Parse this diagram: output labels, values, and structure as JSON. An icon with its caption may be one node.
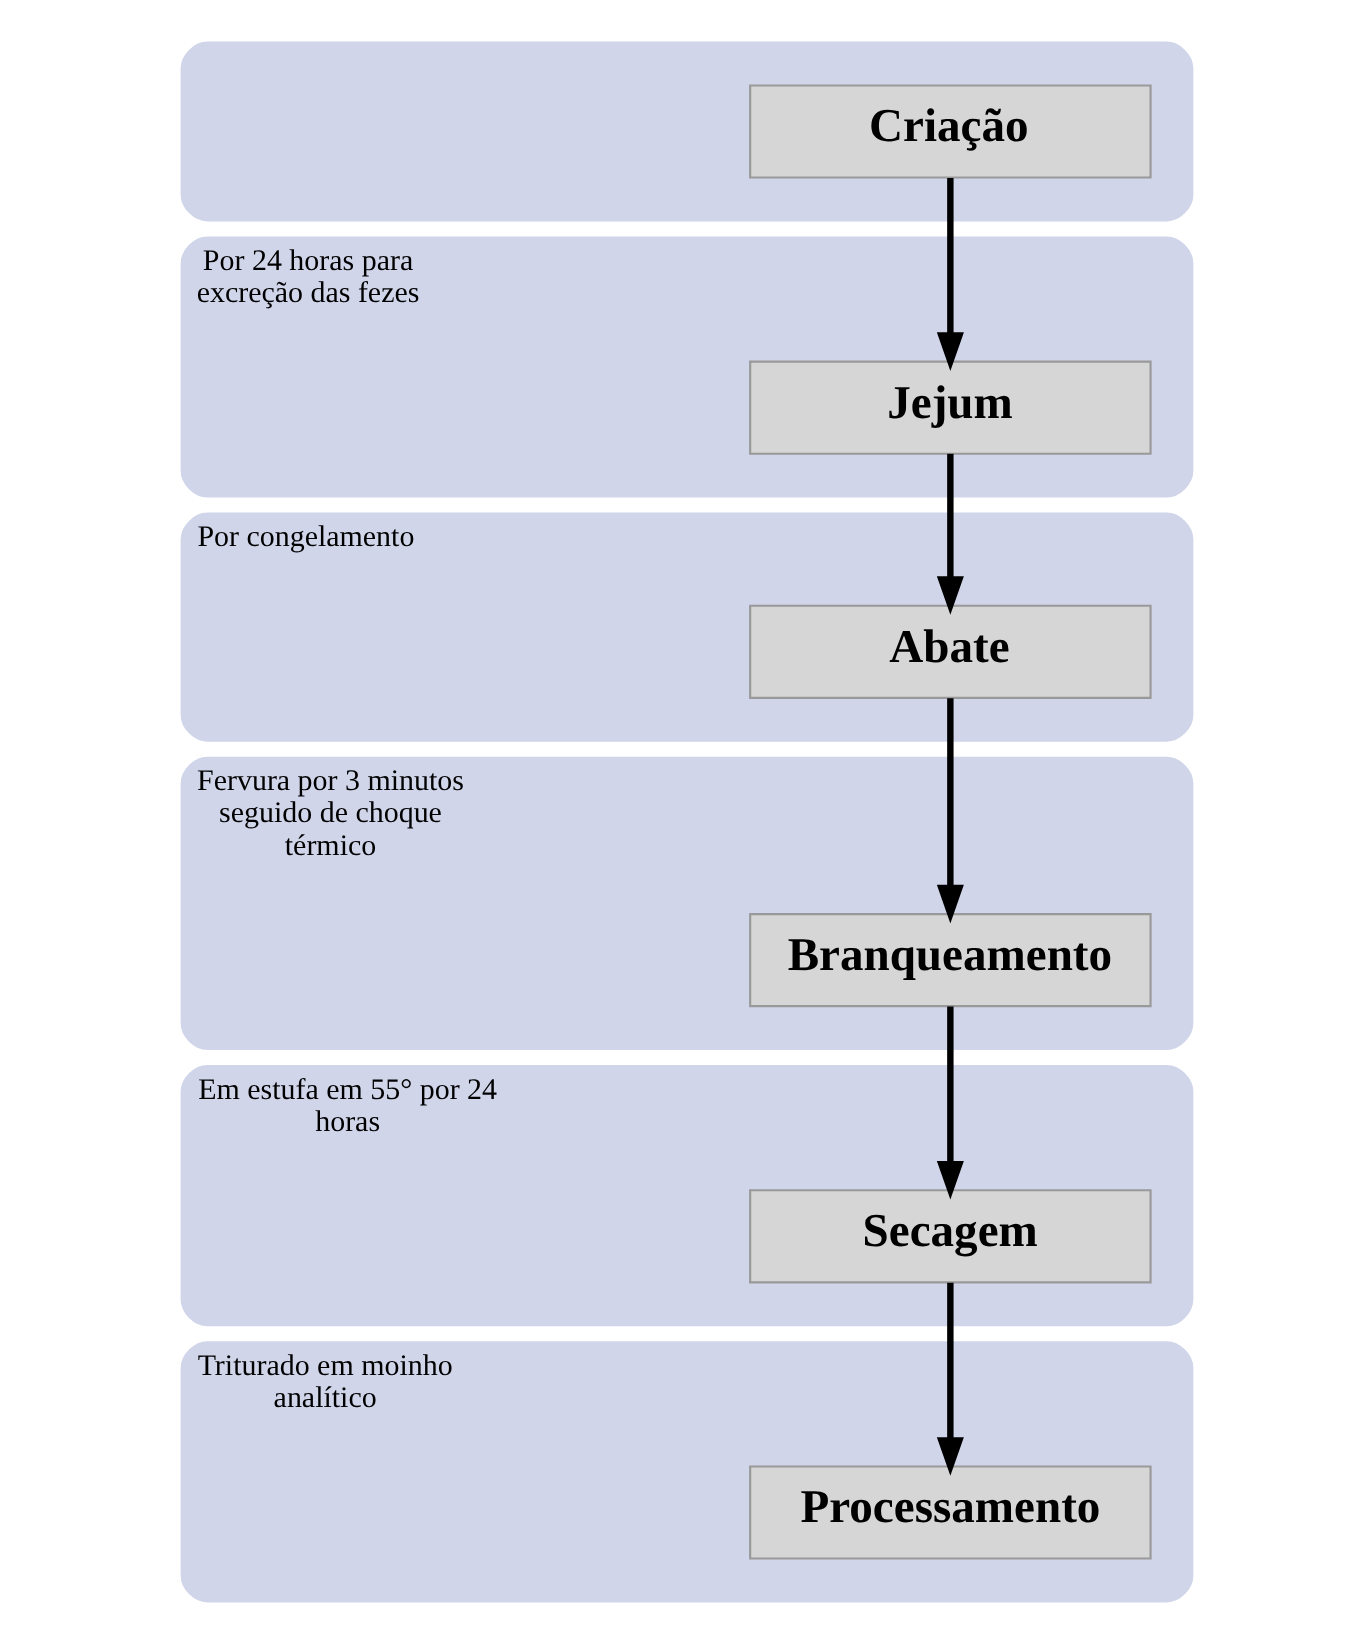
{
  "diagram": {
    "nodes": [
      {
        "text": [],
        "shape": "box"
      },
      {
        "text": [
          "Criação"
        ],
        "in": 0
      },
      {
        "text": [
          "Por 24 horas para excreção das fezes"
        ]
      },
      {
        "text": [
          "Jejum"
        ],
        "in": 2
      },
      {
        "text": [
          "Por congelamento"
        ]
      },
      {
        "text": [
          "Abate"
        ],
        "in": 4
      },
      {
        "text": [
          "Fervura por 3 minutos seguido de choque térmico"
        ]
      },
      {
        "text": [
          "Branqueamento"
        ],
        "in": 6
      },
      {
        "text": [
          "Em estufa em 55° por 24 horas"
        ]
      },
      {
        "text": [
          "Secagem"
        ],
        "in": 8
      },
      {
        "text": [
          "Triturado em moinho analítico"
        ]
      },
      {
        "text": [
          "Processamento"
        ],
        "in": 10
      }
    ],
    "edges": [
      {
        "from": 1,
        "to": 3,
        "arrow": "to"
      },
      {
        "from": 3,
        "to": 5,
        "arrow": "to"
      },
      {
        "from": 5,
        "to": 7,
        "arrow": "to"
      },
      {
        "from": 7,
        "to": 9,
        "arrow": "to"
      },
      {
        "from": 9,
        "to": 11,
        "arrow": "to"
      }
    ]
  }
}
